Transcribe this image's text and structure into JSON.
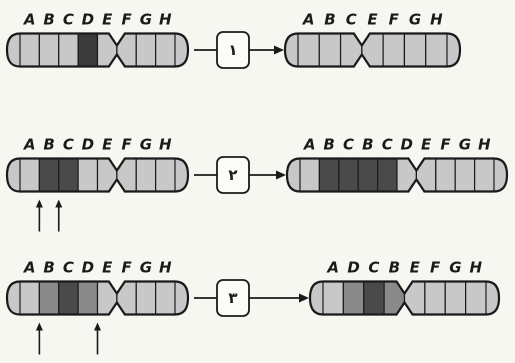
{
  "diagram": {
    "colors": {
      "background": "#f7f7f2",
      "outline": "#1a1a1a",
      "light": "#c8c8c8",
      "mid": "#8a8a8a",
      "dark": "#4a4a4a",
      "darkest": "#3a3a3a"
    },
    "rows": [
      {
        "step_label": "١",
        "left": {
          "letters": [
            "A",
            "B",
            "C",
            "D",
            "E",
            "F",
            "G",
            "H"
          ],
          "segments": [
            {
              "shade": "light"
            },
            {
              "shade": "light"
            },
            {
              "shade": "light"
            },
            {
              "shade": "darkest"
            },
            {
              "shade": "light"
            },
            {
              "shade": "light"
            },
            {
              "shade": "light"
            },
            {
              "shade": "light"
            }
          ],
          "arrows": []
        },
        "right": {
          "letters": [
            "A",
            "B",
            "C",
            "E",
            "F",
            "G",
            "H"
          ],
          "segments": [
            {
              "shade": "light"
            },
            {
              "shade": "light"
            },
            {
              "shade": "light"
            },
            {
              "shade": "light"
            },
            {
              "shade": "light"
            },
            {
              "shade": "light"
            },
            {
              "shade": "light"
            }
          ],
          "arrows": []
        }
      },
      {
        "step_label": "٢",
        "left": {
          "letters": [
            "A",
            "B",
            "C",
            "D",
            "E",
            "F",
            "G",
            "H"
          ],
          "segments": [
            {
              "shade": "light"
            },
            {
              "shade": "dark"
            },
            {
              "shade": "dark"
            },
            {
              "shade": "light"
            },
            {
              "shade": "light"
            },
            {
              "shade": "light"
            },
            {
              "shade": "light"
            },
            {
              "shade": "light"
            }
          ],
          "arrows": [
            "A|B",
            "B|C"
          ]
        },
        "right": {
          "letters": [
            "A",
            "B",
            "C",
            "B",
            "C",
            "D",
            "E",
            "F",
            "G",
            "H"
          ],
          "segments": [
            {
              "shade": "light"
            },
            {
              "shade": "dark"
            },
            {
              "shade": "dark"
            },
            {
              "shade": "dark"
            },
            {
              "shade": "dark"
            },
            {
              "shade": "light"
            },
            {
              "shade": "light"
            },
            {
              "shade": "light"
            },
            {
              "shade": "light"
            },
            {
              "shade": "light"
            }
          ],
          "arrows": []
        }
      },
      {
        "step_label": "٣",
        "left": {
          "letters": [
            "A",
            "B",
            "C",
            "D",
            "E",
            "F",
            "G",
            "H"
          ],
          "segments": [
            {
              "shade": "light"
            },
            {
              "shade": "mid"
            },
            {
              "shade": "dark"
            },
            {
              "shade": "mid"
            },
            {
              "shade": "light"
            },
            {
              "shade": "light"
            },
            {
              "shade": "light"
            },
            {
              "shade": "light"
            }
          ],
          "arrows": [
            "A|B",
            "D|E"
          ]
        },
        "right": {
          "letters": [
            "A",
            "D",
            "C",
            "B",
            "E",
            "F",
            "G",
            "H"
          ],
          "segments": [
            {
              "shade": "light"
            },
            {
              "shade": "mid"
            },
            {
              "shade": "dark"
            },
            {
              "shade": "mid"
            },
            {
              "shade": "light"
            },
            {
              "shade": "light"
            },
            {
              "shade": "light"
            },
            {
              "shade": "light"
            }
          ],
          "arrows": []
        }
      }
    ]
  }
}
